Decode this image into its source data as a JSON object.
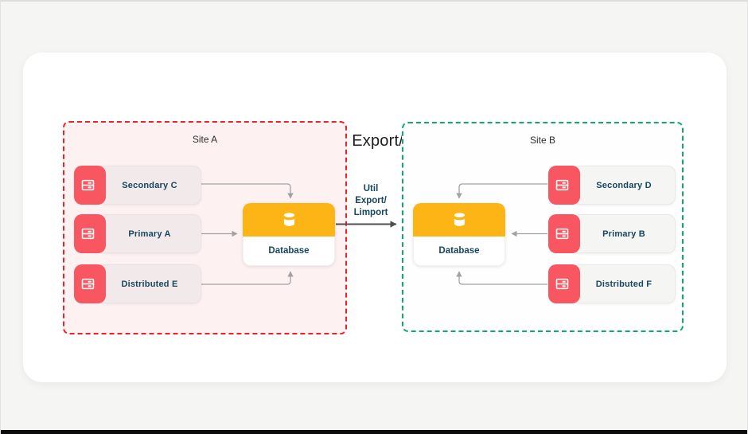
{
  "page": {
    "title": "Util for Export/Import"
  },
  "flow": {
    "lines": [
      "Util",
      "Export/",
      "Limport"
    ]
  },
  "sites": [
    {
      "name": "Site A",
      "nodes": [
        {
          "label": "Secondary C"
        },
        {
          "label": "Primary A"
        },
        {
          "label": "Distributed E"
        }
      ],
      "database": {
        "label": "Database"
      }
    },
    {
      "name": "Site B",
      "nodes": [
        {
          "label": "Secondary D"
        },
        {
          "label": "Primary B"
        },
        {
          "label": "Distributed F"
        }
      ],
      "database": {
        "label": "Database"
      }
    }
  ],
  "icons": {
    "node": "server-icon",
    "database": "database-cylinder-icon"
  },
  "colors": {
    "site_a_border": "#e8232b",
    "site_a_bg": "#fdf1f1",
    "site_b_border": "#0fa96b",
    "node_accent": "#f85661",
    "database_accent": "#fcb514",
    "label_text": "#17465f",
    "connector": "#a2a2a4",
    "flow_arrow": "#4f4f51",
    "page_bg": "#f5f5f4"
  }
}
